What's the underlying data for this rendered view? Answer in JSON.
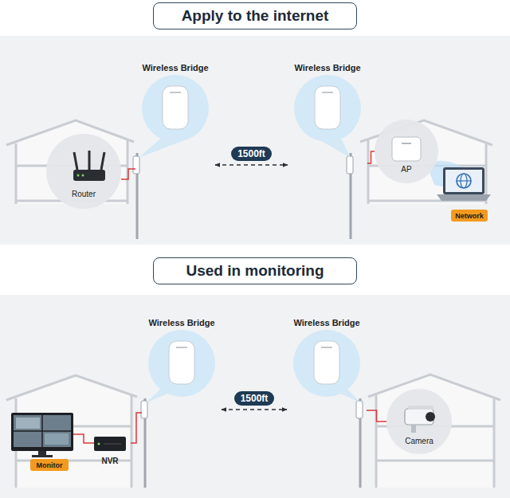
{
  "diagram": {
    "nodes": [
      {
        "text": [
          "Apply to the internet"
        ]
      },
      {
        "text": [
          "Wireless Bridge"
        ]
      },
      {
        "text": [
          "Wireless Bridge"
        ]
      },
      {
        "text": [
          "Router"
        ]
      },
      {
        "text": [
          "AP"
        ]
      },
      {
        "text": [
          "Network"
        ]
      },
      {
        "text": [
          "Used in monitoring"
        ]
      },
      {
        "text": [
          "Wireless Bridge"
        ]
      },
      {
        "text": [
          "Wireless Bridge"
        ]
      },
      {
        "text": [
          "Monitor"
        ]
      },
      {
        "text": [
          "NVR"
        ]
      },
      {
        "text": [
          "Camera"
        ]
      }
    ],
    "edges": [
      {
        "from": 1,
        "to": 2,
        "label": "1500ft",
        "arrow": "both"
      },
      {
        "from": 3,
        "to": 1,
        "arrow": "none"
      },
      {
        "from": 2,
        "to": 4,
        "arrow": "none"
      },
      {
        "from": 7,
        "to": 8,
        "label": "1500ft",
        "arrow": "both"
      },
      {
        "from": 10,
        "to": 7,
        "arrow": "none"
      },
      {
        "from": 8,
        "to": 11,
        "arrow": "none"
      }
    ]
  }
}
